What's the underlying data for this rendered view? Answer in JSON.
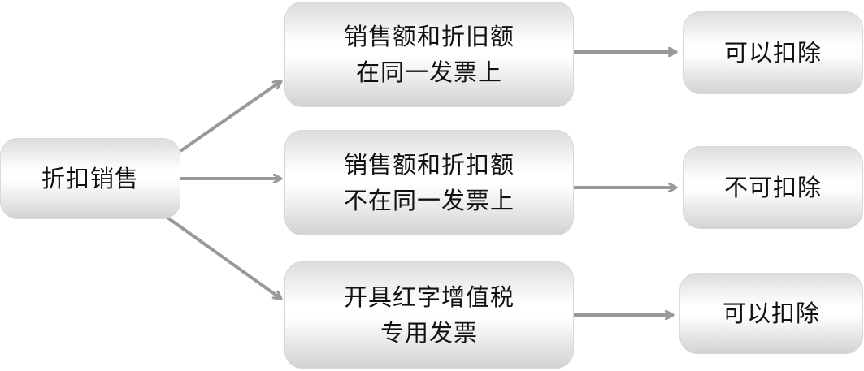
{
  "diagram": {
    "start": {
      "label": "折扣销售"
    },
    "branches": [
      {
        "condition": [
          "销售额和折旧额",
          "在同一发票上"
        ],
        "result": "可以扣除"
      },
      {
        "condition": [
          "销售额和折扣额",
          "不在同一发票上"
        ],
        "result": "不可扣除"
      },
      {
        "condition": [
          "开具红字增值税",
          "专用发票"
        ],
        "result": "可以扣除"
      }
    ],
    "colors": {
      "arrow": "#999999",
      "text": "#111111"
    }
  }
}
